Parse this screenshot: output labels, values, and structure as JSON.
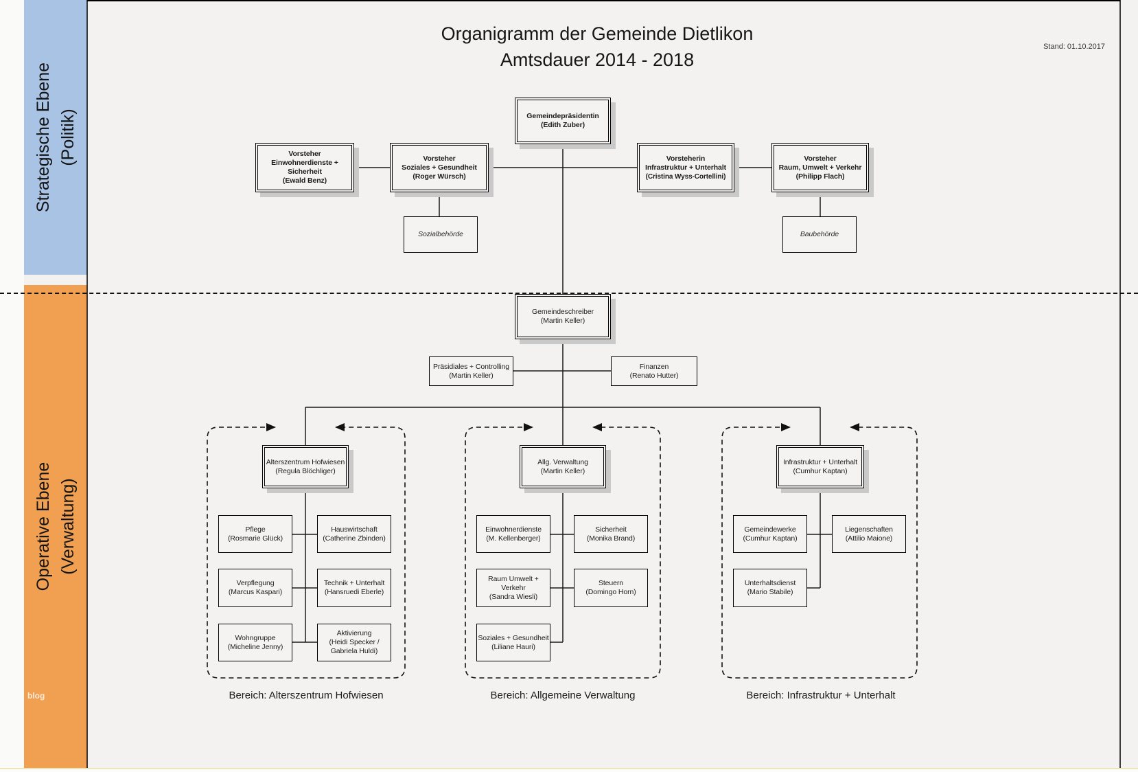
{
  "header": {
    "title_line1": "Organigramm der Gemeinde Dietlikon",
    "title_line2": "Amtsdauer 2014 - 2018",
    "stand": "Stand: 01.10.2017"
  },
  "bands": {
    "strategic": {
      "label": "Strategische Ebene",
      "sub": "(Politik)",
      "color": "#a9c3e5"
    },
    "operative": {
      "label": "Operative Ebene",
      "sub": "(Verwaltung)",
      "color": "#f0a050"
    },
    "watermark": "blog"
  },
  "org": {
    "praesidentin": {
      "title": "Gemeindepräsidentin",
      "person": "(Edith Zuber)"
    },
    "vorsteher_einwohnerdienste": {
      "title": "Vorsteher\nEinwohnerdienste +\nSicherheit",
      "person": "(Ewald Benz)"
    },
    "vorsteher_soziales": {
      "title": "Vorsteher\nSoziales + Gesundheit",
      "person": "(Roger Würsch)"
    },
    "vorsteherin_infrastruktur": {
      "title": "Vorsteherin\nInfrastruktur + Unterhalt",
      "person": "(Cristina Wyss-Cortellini)"
    },
    "vorsteher_raum": {
      "title": "Vorsteher\nRaum, Umwelt + Verkehr",
      "person": "(Philipp Flach)"
    },
    "sozialbehoerde": {
      "title": "Sozialbehörde"
    },
    "baubehoerde": {
      "title": "Baubehörde"
    },
    "gemeindeschreiber": {
      "title": "Gemeindeschreiber",
      "person": "(Martin Keller)"
    },
    "praesidiales": {
      "title": "Präsidiales + Controlling",
      "person": "(Martin Keller)"
    },
    "finanzen": {
      "title": "Finanzen",
      "person": "(Renato Hutter)"
    },
    "alterszentrum": {
      "title": "Alterszentrum Hofwiesen",
      "person": "(Regula Blöchliger)"
    },
    "pflege": {
      "title": "Pflege",
      "person": "(Rosmarie Glück)"
    },
    "hauswirtschaft": {
      "title": "Hauswirtschaft",
      "person": "(Catherine Zbinden)"
    },
    "verpflegung": {
      "title": "Verpflegung",
      "person": "(Marcus Kaspari)"
    },
    "technik": {
      "title": "Technik + Unterhalt",
      "person": "(Hansruedi Eberle)"
    },
    "wohngruppe": {
      "title": "Wohngruppe",
      "person": "(Micheline Jenny)"
    },
    "aktivierung": {
      "title": "Aktivierung",
      "person": "(Heidi Specker /\nGabriela Huldi)"
    },
    "allg_verwaltung": {
      "title": "Allg. Verwaltung",
      "person": "(Martin Keller)"
    },
    "einwohnerdienste": {
      "title": "Einwohnerdienste",
      "person": "(M. Kellenberger)"
    },
    "sicherheit": {
      "title": "Sicherheit",
      "person": "(Monika Brand)"
    },
    "raum_umwelt": {
      "title": "Raum Umwelt +\nVerkehr",
      "person": "(Sandra Wiesli)"
    },
    "steuern": {
      "title": "Steuern",
      "person": "(Domingo Horn)"
    },
    "soziales_gesundheit": {
      "title": "Soziales + Gesundheit",
      "person": "(Liliane Hauri)"
    },
    "infrastruktur": {
      "title": "Infrastruktur + Unterhalt",
      "person": "(Cumhur Kaptan)"
    },
    "gemeindewerke": {
      "title": "Gemeindewerke",
      "person": "(Cumhur Kaptan)"
    },
    "liegenschaften": {
      "title": "Liegenschaften",
      "person": "(Attilio Maione)"
    },
    "unterhaltsdienst": {
      "title": "Unterhaltsdienst",
      "person": "(Mario Stabile)"
    }
  },
  "footer": {
    "bereich1": "Bereich: Alterszentrum Hofwiesen",
    "bereich2": "Bereich: Allgemeine Verwaltung",
    "bereich3": "Bereich: Infrastruktur + Unterhalt"
  }
}
